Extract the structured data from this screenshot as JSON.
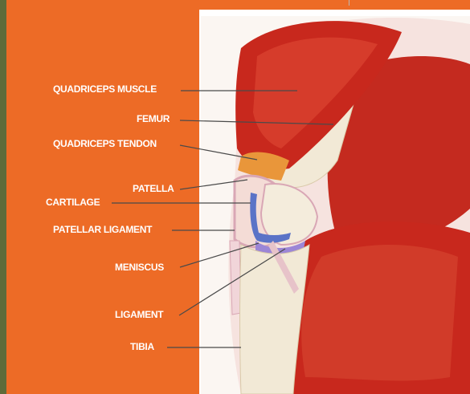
{
  "diagram": {
    "labels": [
      {
        "id": "quadriceps-muscle",
        "text": "QUADRICEPS MUSCLE"
      },
      {
        "id": "femur",
        "text": "FEMUR"
      },
      {
        "id": "quadriceps-tendon",
        "text": "QUADRICEPS TENDON"
      },
      {
        "id": "patella",
        "text": "PATELLA"
      },
      {
        "id": "cartilage",
        "text": "CARTILAGE"
      },
      {
        "id": "patellar-ligament",
        "text": "PATELLAR LIGAMENT"
      },
      {
        "id": "meniscus",
        "text": "MENISCUS"
      },
      {
        "id": "ligament",
        "text": "LIGAMENT"
      },
      {
        "id": "tibia",
        "text": "TIBIA"
      }
    ],
    "colors": {
      "panel": "#ed6b26",
      "muscle": "#c8281d",
      "bone": "#f2e9d6",
      "cartilage": "#5b73c7",
      "tendon": "#e9963a",
      "leader": "#4a4a4a"
    }
  }
}
